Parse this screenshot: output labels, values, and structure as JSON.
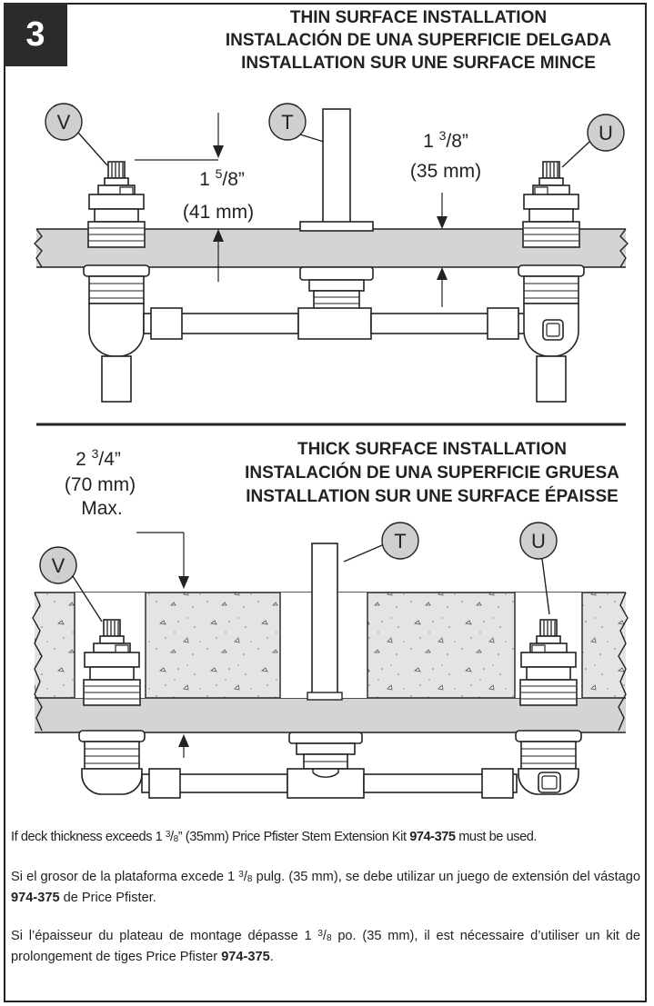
{
  "step_number": "3",
  "thin": {
    "title_en": "THIN SURFACE INSTALLATION",
    "title_es": "INSTALACIÓN DE UNA SUPERFICIE DELGADA",
    "title_fr": "INSTALLATION SUR UNE SURFACE MINCE",
    "dim_left_whole": "1",
    "dim_left_num": "5",
    "dim_left_den": "/8”",
    "dim_left_mm": "(41 mm)",
    "dim_right_whole": "1",
    "dim_right_num": "3",
    "dim_right_den": "/8”",
    "dim_right_mm": "(35 mm)"
  },
  "thick": {
    "title_en": "THICK SURFACE INSTALLATION",
    "title_es": "INSTALACIÓN DE UNA SUPERFICIE GRUESA",
    "title_fr": "INSTALLATION SUR UNE SURFACE ÉPAISSE",
    "dim_whole": "2",
    "dim_num": "3",
    "dim_den": "/4”",
    "dim_mm": "(70 mm)",
    "dim_max": "Max."
  },
  "callouts": {
    "v": "V",
    "t": "T",
    "u": "U"
  },
  "notes": {
    "en_a": "If deck thickness exceeds 1 ",
    "en_sup": "3",
    "en_slash": "/",
    "en_sub": "8",
    "en_b": "” (35mm) Price Pfister Stem Extension Kit ",
    "en_part": "974-375",
    "en_c": " must be used.",
    "es_a": "Si el grosor de la plataforma excede 1 ",
    "es_sup": "3",
    "es_slash": "/",
    "es_sub": "8",
    "es_b": " pulg. (35 mm), se debe utilizar un juego de extensión del vástago ",
    "es_part": "974-375",
    "es_c": " de Price Pfister.",
    "fr_a": "Si l’épaisseur du plateau de montage dépasse 1 ",
    "fr_sup": "3",
    "fr_slash": "/",
    "fr_sub": "8",
    "fr_b": " po. (35 mm), il est nécessaire d’utiliser un kit de prolongement de tiges Price Pfister ",
    "fr_part": "974-375",
    "fr_c": "."
  }
}
